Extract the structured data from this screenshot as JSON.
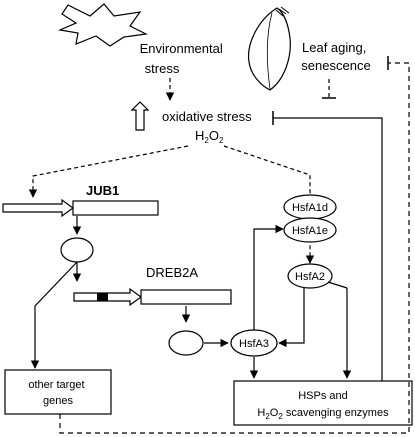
{
  "nodes": {
    "env_stress": "Environmental\nstress",
    "leaf_aging": "Leaf aging,\nsenescence",
    "oxidative": "oxidative stress",
    "h2o2_h": "H",
    "h2o2_2a": "2",
    "h2o2_o": "O",
    "h2o2_2b": "2",
    "jub1": "JUB1",
    "dreb2a": "DREB2A",
    "hsfa1d": "HsfA1d",
    "hsfa1e": "HsfA1e",
    "hsfa2": "HsfA2",
    "hsfa3": "HsfA3",
    "other_targets": "other target\ngenes",
    "hsps_line1": "HSPs and",
    "hsps_h": "H",
    "hsps_2a": "2",
    "hsps_o": "O",
    "hsps_2b": "2",
    "hsps_rest": " scavenging enzymes"
  },
  "icons": {
    "burst": "environmental-stress-burst-icon",
    "leaf": "leaf-icon",
    "up_arrow": "hollow-up-arrow-icon"
  },
  "colors": {
    "stroke": "#000000",
    "fill": "#ffffff"
  }
}
